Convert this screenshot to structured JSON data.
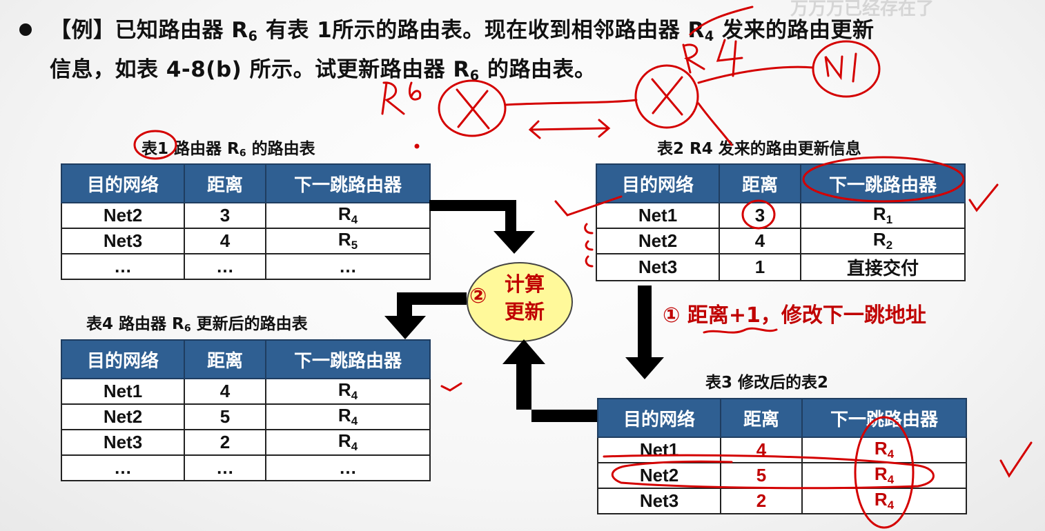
{
  "watermark": "万万万已经存在了",
  "intro": {
    "line1_pre": "【例】已知路由器 R",
    "line1_sub1": "6",
    "line1_mid": " 有表 1所示的路由表。现在收到相邻路由器 R",
    "line1_sub2": "4",
    "line1_post": " 发来的路由更新",
    "line2_pre": "信息，如表 4-8(b) 所示。试更新路由器 R",
    "line2_sub": "6",
    "line2_post": " 的路由表。"
  },
  "headers": {
    "dest": "目的网络",
    "dist": "距离",
    "next": "下一跳路由器"
  },
  "table1": {
    "caption_label": "表1",
    "caption_pre": " 路由器 R",
    "caption_sub": "6",
    "caption_post": " 的路由表",
    "rows": [
      {
        "dest": "Net2",
        "dist": "3",
        "next": "R",
        "next_sub": "4"
      },
      {
        "dest": "Net3",
        "dist": "4",
        "next": "R",
        "next_sub": "5"
      },
      {
        "dest": "…",
        "dist": "…",
        "next": "…",
        "next_sub": ""
      }
    ]
  },
  "table2": {
    "caption": "表2  R4 发来的路由更新信息",
    "rows": [
      {
        "dest": "Net1",
        "dist": "3",
        "next": "R",
        "next_sub": "1"
      },
      {
        "dest": "Net2",
        "dist": "4",
        "next": "R",
        "next_sub": "2"
      },
      {
        "dest": "Net3",
        "dist": "1",
        "next": "直接交付",
        "next_sub": ""
      }
    ]
  },
  "table3": {
    "caption": "表3  修改后的表2",
    "rows": [
      {
        "dest": "Net1",
        "dist": "4",
        "next": "R",
        "next_sub": "4"
      },
      {
        "dest": "Net2",
        "dist": "5",
        "next": "R",
        "next_sub": "4"
      },
      {
        "dest": "Net3",
        "dist": "2",
        "next": "R",
        "next_sub": "4"
      }
    ]
  },
  "table4": {
    "caption_pre": "表4  路由器 R",
    "caption_sub": "6",
    "caption_post": " 更新后的路由表",
    "rows": [
      {
        "dest": "Net1",
        "dist": "4",
        "next": "R",
        "next_sub": "4"
      },
      {
        "dest": "Net2",
        "dist": "5",
        "next": "R",
        "next_sub": "4"
      },
      {
        "dest": "Net3",
        "dist": "2",
        "next": "R",
        "next_sub": "4"
      },
      {
        "dest": "…",
        "dist": "…",
        "next": "…",
        "next_sub": ""
      }
    ]
  },
  "compute": {
    "num": "②",
    "line1": "计算",
    "line2": "更新"
  },
  "step1_note": "① 距离+1，修改下一跳地址",
  "annotations": {
    "r6": "R6",
    "r4": "R4",
    "n1": "N1"
  },
  "colors": {
    "header_bg": "#2f5f92",
    "accent_red": "#c00000",
    "ellipse_fill": "#fff99a"
  }
}
